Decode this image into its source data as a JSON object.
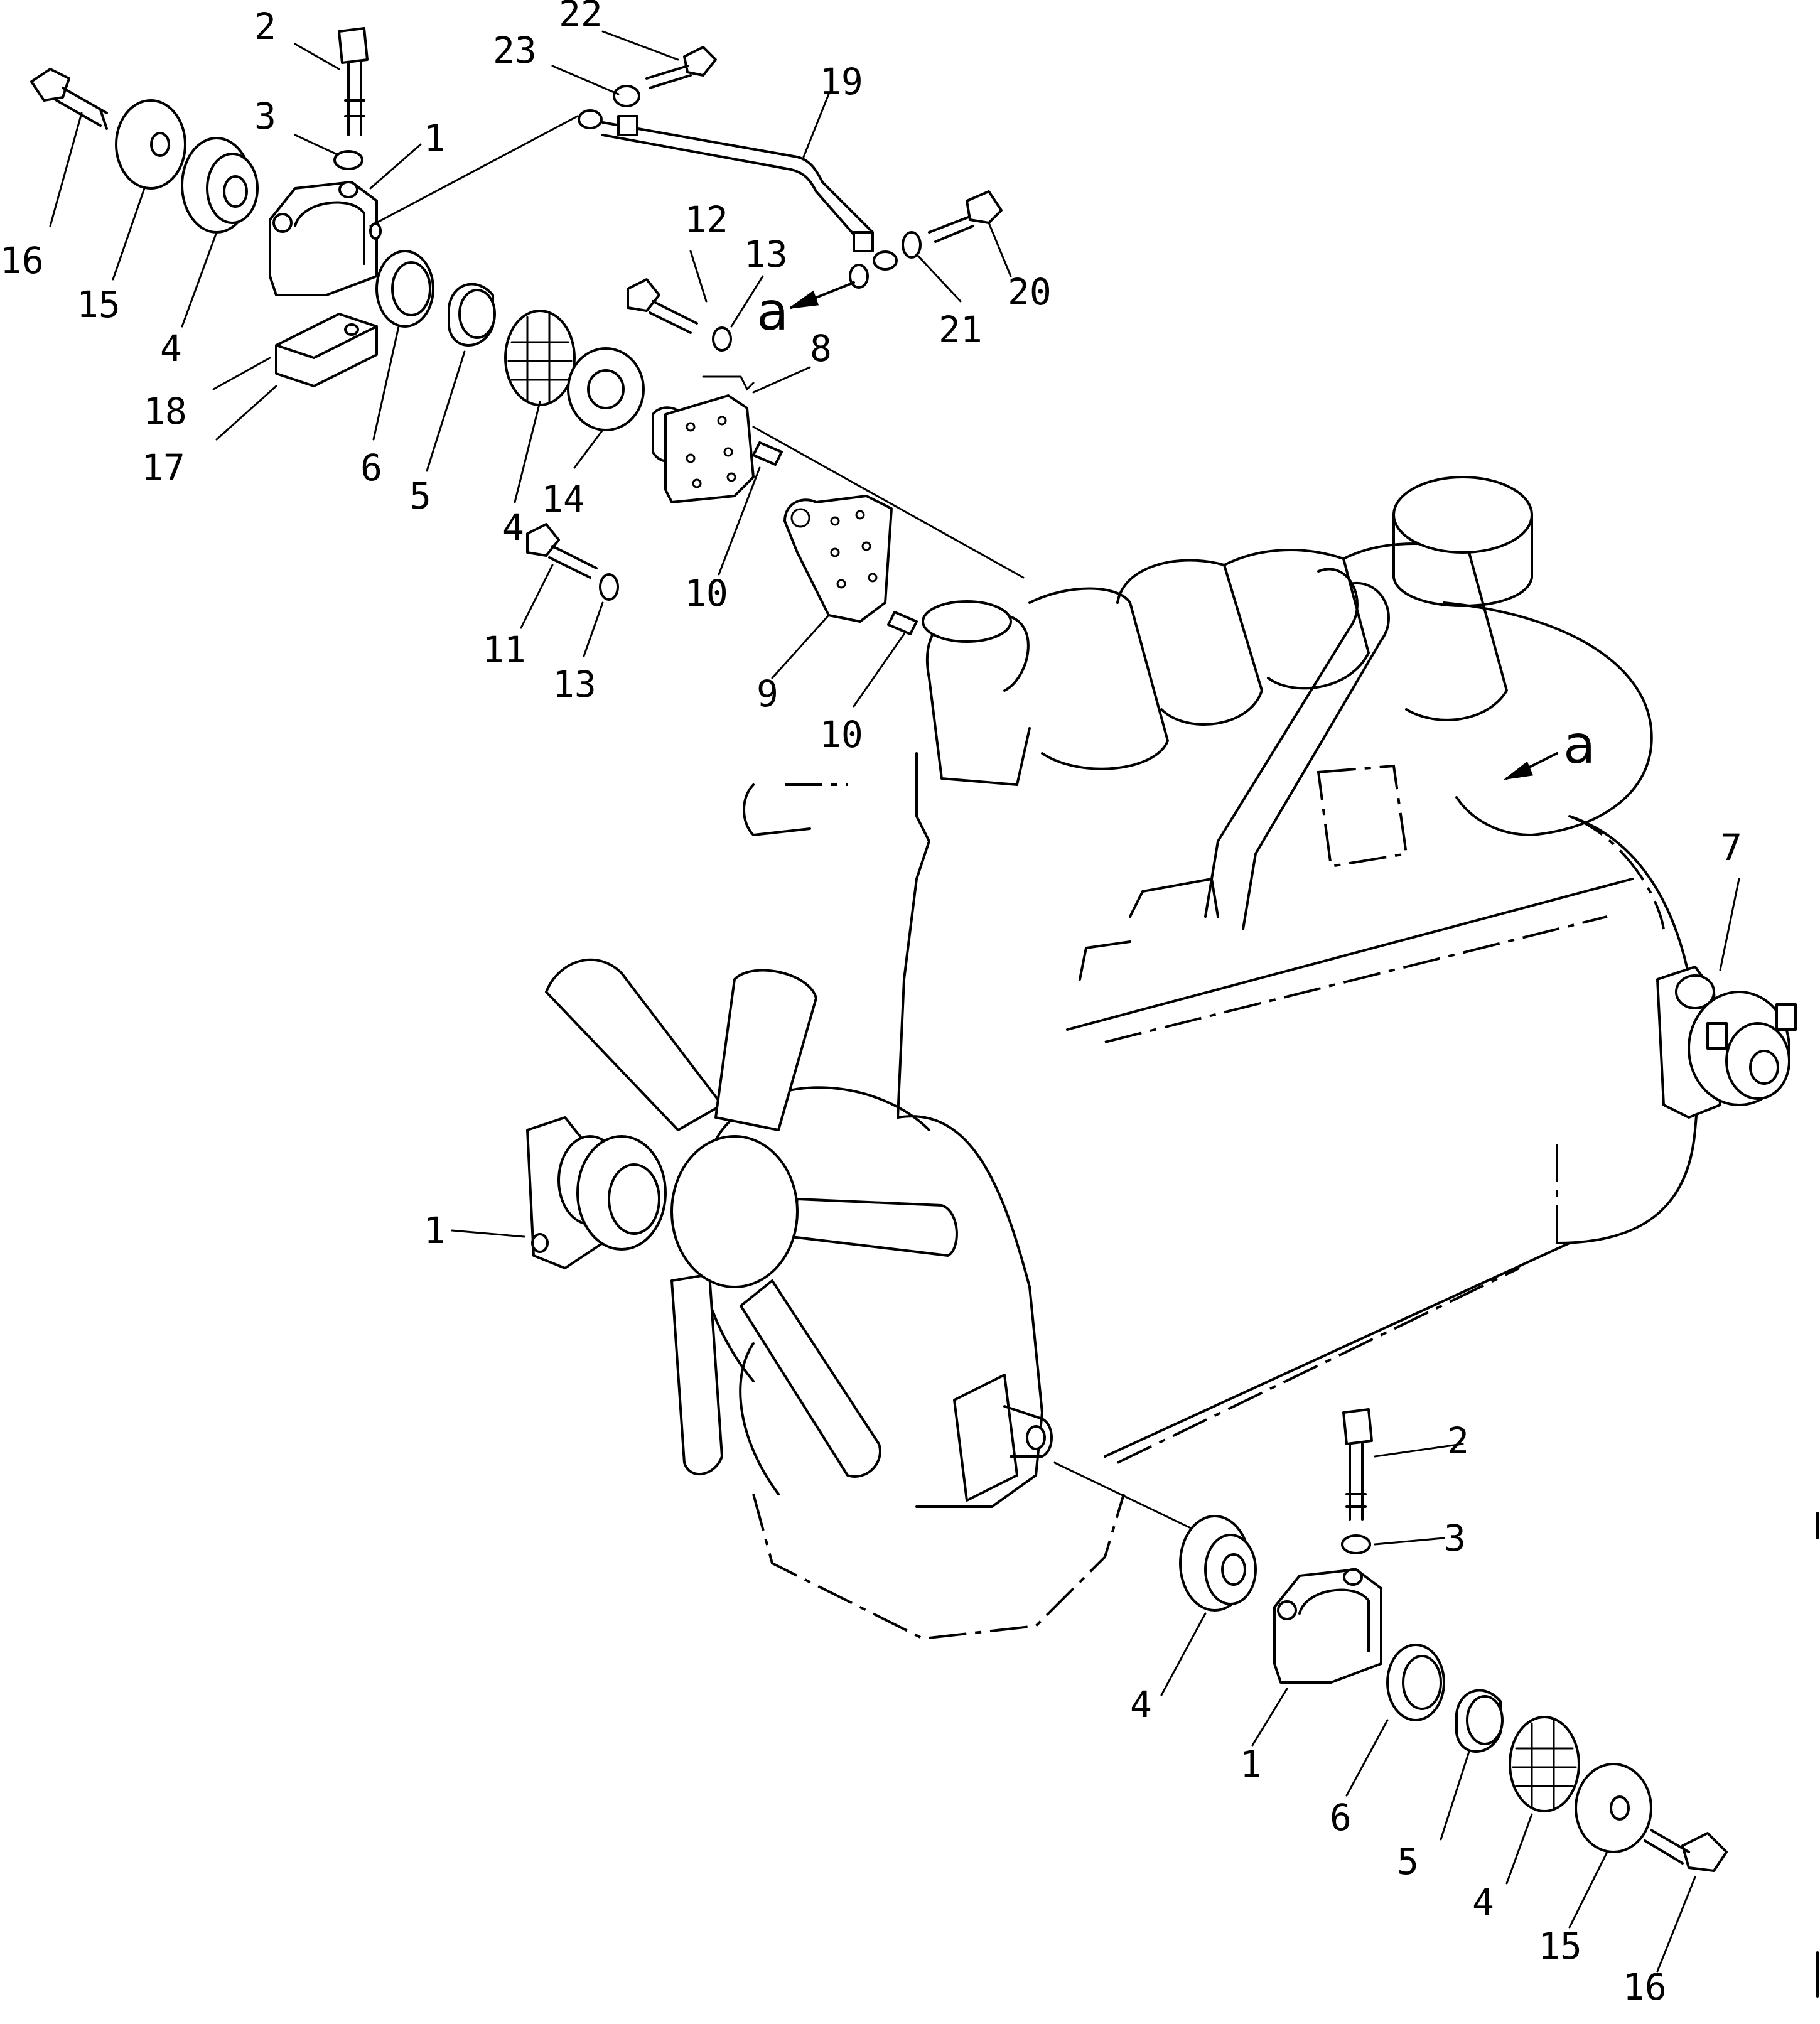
{
  "callouts": {
    "p1": "1",
    "p2": "2",
    "p3": "3",
    "p4": "4",
    "p5": "5",
    "p6": "6",
    "p7": "7",
    "p8": "8",
    "p9": "9",
    "p10": "10",
    "p11": "11",
    "p12": "12",
    "p13": "13",
    "p14": "14",
    "p15": "15",
    "p16": "16",
    "p17": "17",
    "p18": "18",
    "p19": "19",
    "p20": "20",
    "p21": "21",
    "p22": "22",
    "p23": "23"
  },
  "view_marker": "a"
}
